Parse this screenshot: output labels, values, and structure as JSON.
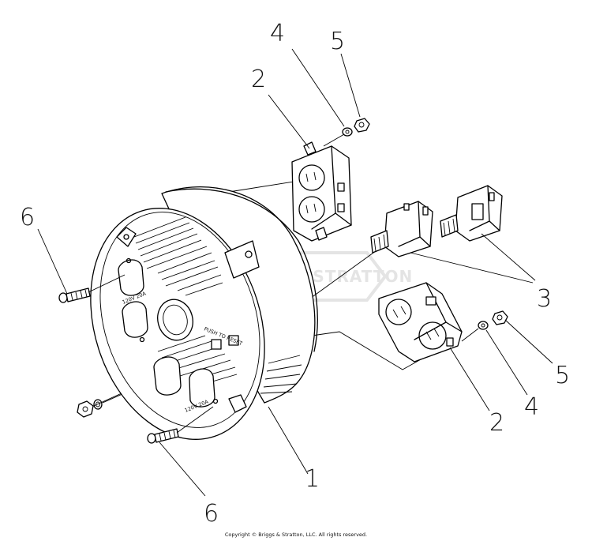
{
  "diagram": {
    "callouts": {
      "c1": "1",
      "c2_top": "2",
      "c2_bottom": "2",
      "c3": "3",
      "c4_top": "4",
      "c4_bottom": "4",
      "c5_top": "5",
      "c5_bottom": "5",
      "c6_top": "6",
      "c6_bottom": "6"
    },
    "panel_labels": {
      "upper_receptacle_rating": "120V 20A",
      "lower_receptacle_rating": "120V 20A",
      "reset_label": "PUSH TO RESET"
    },
    "watermark": "BRIGGS & STRATTON",
    "copyright": "Copyright © Briggs & Stratton, LLC. All rights reserved."
  }
}
